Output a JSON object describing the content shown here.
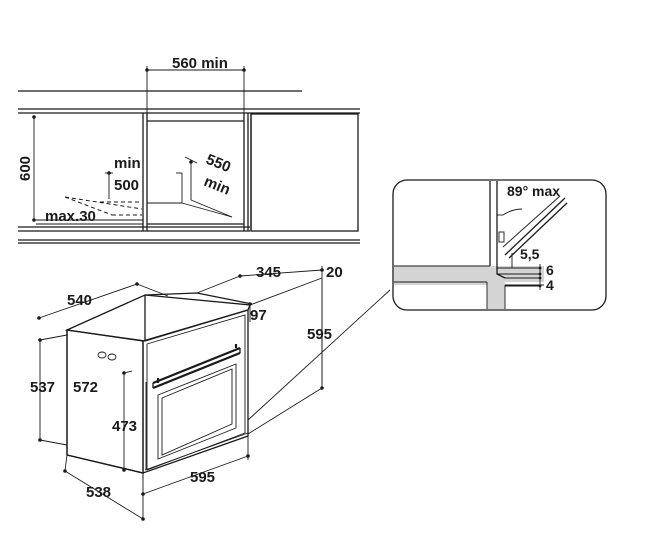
{
  "labels": {
    "cab_width": "560 min",
    "cab_height": "600",
    "min_label": "min",
    "depth500": "500",
    "depth550": "550",
    "min_label2": "min",
    "max30": "max.30",
    "oven_top_depth": "345",
    "oven_offset": "20",
    "oven_body_depth": "540",
    "oven_front_h": "97",
    "oven_total_h": "595",
    "oven_side_h1": "537",
    "oven_side_h2": "572",
    "oven_door_h": "473",
    "oven_width": "595",
    "oven_body_depth2": "538",
    "detail_angle": "89° max",
    "detail_d1": "5,5",
    "detail_d2": "6",
    "detail_d3": "4"
  }
}
